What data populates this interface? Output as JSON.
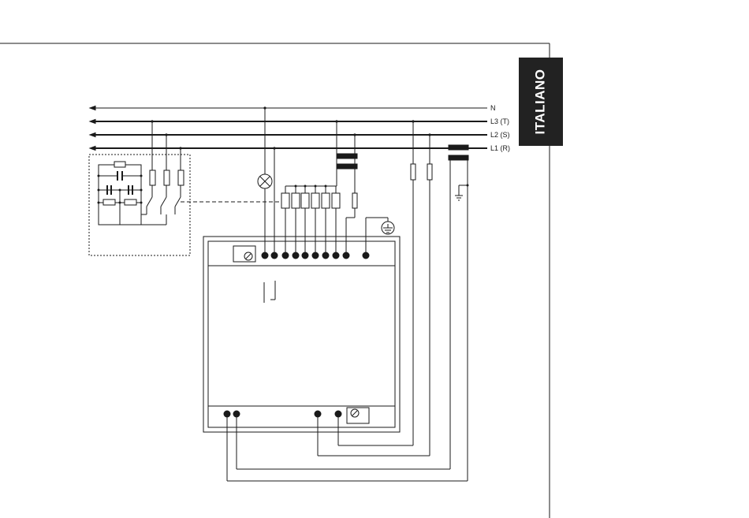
{
  "language_tab": {
    "label": "ITALIANO",
    "background": "#222222",
    "text_color": "#ffffff"
  },
  "supply_lines": [
    {
      "id": "N",
      "label": "N"
    },
    {
      "id": "L3",
      "label": "L3 (T)"
    },
    {
      "id": "L2",
      "label": "L2 (S)"
    },
    {
      "id": "L1",
      "label": "L1 (R)"
    }
  ],
  "colors": {
    "ink": "#1a1a1a",
    "panel": "#ffffff"
  }
}
